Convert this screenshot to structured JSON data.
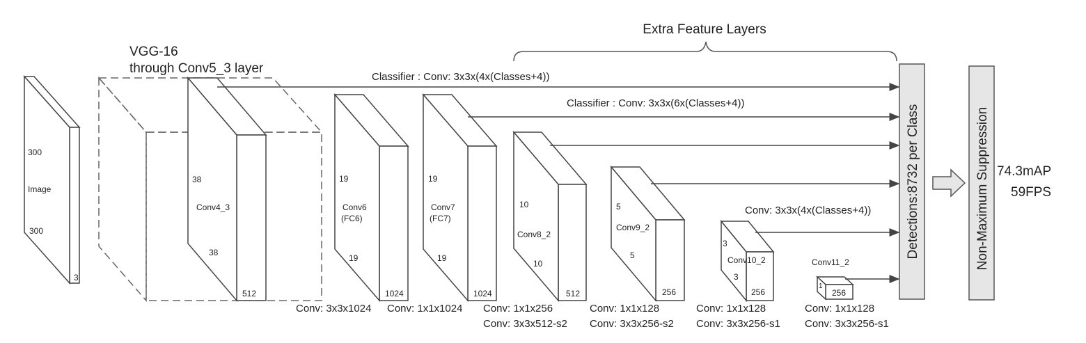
{
  "header": {
    "extra_feature_layers": "Extra Feature Layers"
  },
  "vgg": {
    "line1": "VGG-16",
    "line2": "through Conv5_3 layer"
  },
  "classifiers": {
    "c1": "Classifier : Conv: 3x3x(4x(Classes+4))",
    "c2": "Classifier : Conv: 3x3x(6x(Classes+4))",
    "c3": "Conv: 3x3x(4x(Classes+4))"
  },
  "image": {
    "h": "300",
    "name": "Image",
    "w": "300",
    "d": "3"
  },
  "conv4": {
    "h": "38",
    "name": "Conv4_3",
    "w": "38",
    "d": "512"
  },
  "conv6": {
    "h": "19",
    "name1": "Conv6",
    "name2": "(FC6)",
    "w": "19",
    "d": "1024"
  },
  "conv7": {
    "h": "19",
    "name1": "Conv7",
    "name2": "(FC7)",
    "w": "19",
    "d": "1024"
  },
  "conv8": {
    "h": "10",
    "name": "Conv8_2",
    "w": "10",
    "d": "512"
  },
  "conv9": {
    "h": "5",
    "name": "Conv9_2",
    "w": "5",
    "d": "256"
  },
  "conv10": {
    "h": "3",
    "name": "Conv10_2",
    "w": "3",
    "d": "256"
  },
  "conv11": {
    "h": "1",
    "name": "Conv11_2",
    "d": "256"
  },
  "bottom_labels": {
    "a": "Conv: 3x3x1024",
    "b": "Conv: 1x1x1024",
    "c1": "Conv: 1x1x256",
    "c2": "Conv:  3x3x512-s2",
    "d1": "Conv: 1x1x128",
    "d2": "Conv: 3x3x256-s2",
    "e1": "Conv: 1x1x128",
    "e2": "Conv: 3x3x256-s1",
    "f1": "Conv: 1x1x128",
    "f2": "Conv: 3x3x256-s1"
  },
  "detections": "Detections:8732  per Class",
  "nms": "Non-Maximum Suppression",
  "result": {
    "map": "74.3mAP",
    "fps": "59FPS"
  }
}
